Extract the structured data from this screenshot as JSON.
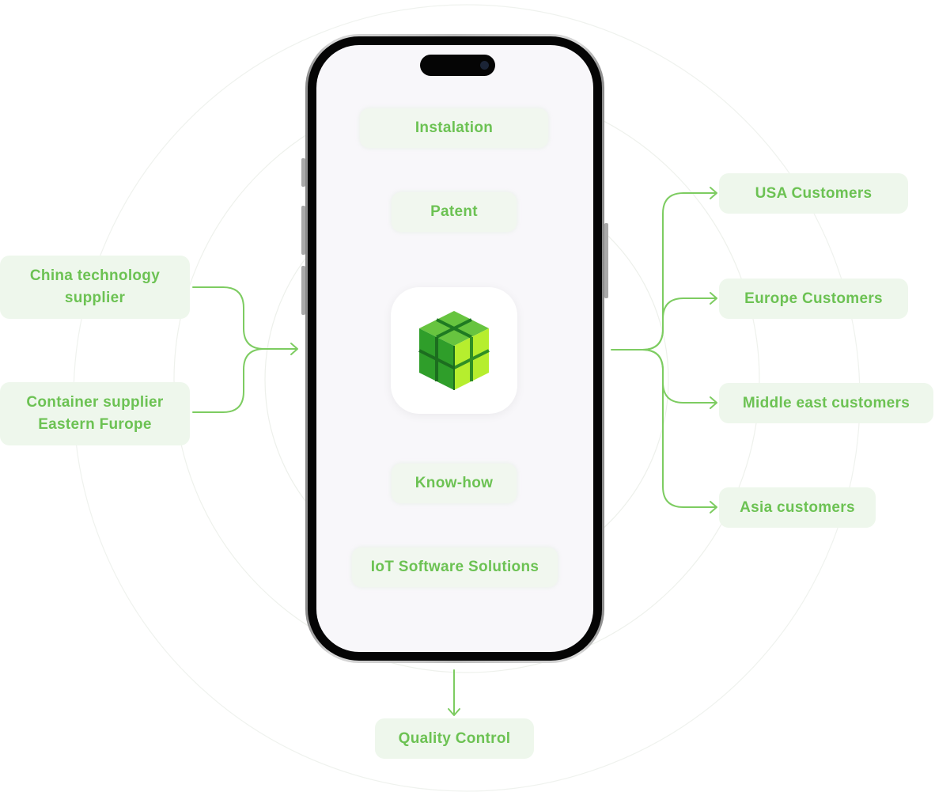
{
  "center_node": {
    "items": [
      {
        "label": "Instalation"
      },
      {
        "label": "Patent"
      },
      {
        "label": "Know-how"
      },
      {
        "label": "IoT Software Solutions"
      }
    ],
    "logo": "cube-logo-icon"
  },
  "suppliers": [
    {
      "label": "China technology supplier"
    },
    {
      "label": "Container supplier Eastern Furope"
    }
  ],
  "customers": [
    {
      "label": "USA Customers"
    },
    {
      "label": "Europe Customers"
    },
    {
      "label": "Middle east customers"
    },
    {
      "label": "Asia customers"
    }
  ],
  "output": {
    "label": "Quality Control"
  },
  "colors": {
    "accent": "#6cc253",
    "pill_bg": "#eef7ec",
    "connector": "#7dcc61",
    "cube_dark": "#2f9e2a",
    "cube_light": "#b6ee2e",
    "ring": "#eef1ec"
  }
}
